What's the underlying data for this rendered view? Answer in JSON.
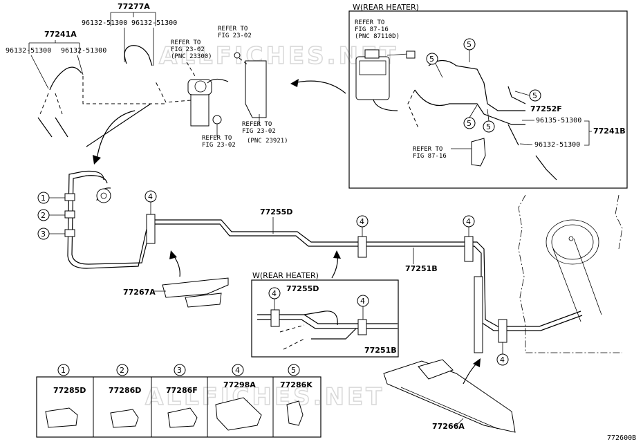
{
  "diagram_id": "772600B",
  "watermark": "ALLFICHES.NET",
  "box_top_right": {
    "title": "W(REAR HEATER)"
  },
  "box_center": {
    "title": "W(REAR HEATER)"
  },
  "refs": {
    "r1": [
      "REFER TO",
      "FIG 23-02",
      "(PNC 23300)"
    ],
    "r2": [
      "REFER TO",
      "FIG 23-02"
    ],
    "r3": [
      "REFER TO",
      "FIG 23-02",
      "(PNC 23921)"
    ],
    "r4": [
      "REFER TO",
      "FIG 23-02"
    ],
    "r5": [
      "REFER TO",
      "FIG 87-16",
      "(PNC 87110D)"
    ],
    "r6": [
      "REFER TO",
      "FIG 87-16"
    ]
  },
  "parts": {
    "p77277A": "77277A",
    "p77241A": "77241A",
    "p96132_a": "96132-51300",
    "p96132_b": "96132-51300",
    "p96132_c": "96132-51300",
    "p96132_d": "96132-51300",
    "p77255D": "77255D",
    "p77251B": "77251B",
    "p77267A": "77267A",
    "p77266A": "77266A",
    "p77252F": "77252F",
    "p77241B": "77241B",
    "p96135": "96135-51300",
    "p96132_e": "96132-51300",
    "p77255D_inset": "77255D",
    "p77251B_inset": "77251B"
  },
  "clamp_callouts": {
    "c1": "1",
    "c2": "2",
    "c3": "3",
    "c4": "4",
    "c5": "5"
  },
  "legend": [
    {
      "num": "1",
      "part": "77285D"
    },
    {
      "num": "2",
      "part": "77286D"
    },
    {
      "num": "3",
      "part": "77286F"
    },
    {
      "num": "4",
      "part": "77298A"
    },
    {
      "num": "5",
      "part": "77286K"
    }
  ]
}
